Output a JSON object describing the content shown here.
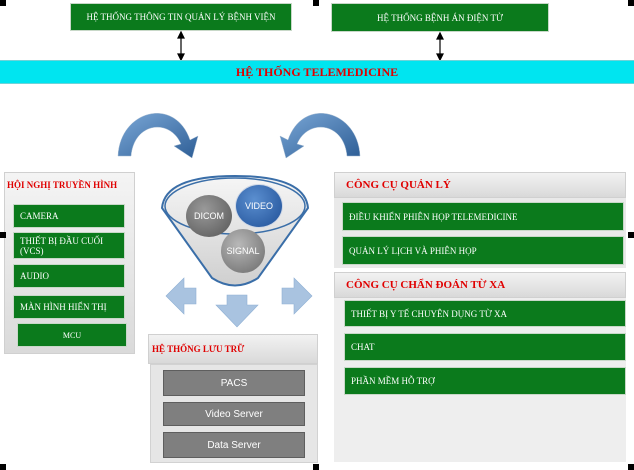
{
  "top": {
    "his": "HỆ THỐNG THÔNG TIN QUẢN LÝ BỆNH VIỆN",
    "emr": "HỆ THỐNG  BỆNH ÁN ĐIỆN TỬ"
  },
  "banner": "HỆ THỐNG TELEMEDICINE",
  "conference": {
    "title": "HỘI NGHỊ TRUYỀN HÌNH",
    "items": [
      "CAMERA",
      "THIẾT BỊ ĐẦU CUỐI (VCS)",
      "AUDIO",
      "MÀN HÌNH HIỂN THỊ",
      "MCU"
    ]
  },
  "funnel": {
    "dicom": "DICOM",
    "video": "VIDEO",
    "signal": "SIGNAL"
  },
  "storage": {
    "title": "HỆ THỐNG LƯU TRỮ",
    "items": [
      "PACS",
      "Video Server",
      "Data Server"
    ]
  },
  "management": {
    "title": "CÔNG CỤ QUẢN LÝ",
    "items": [
      "ĐIỀU KHIỂN PHIÊN HỌP TELEMEDICINE",
      "QUẢN LÝ LỊCH VÀ PHIÊN HỌP"
    ]
  },
  "diagnosis": {
    "title": "CÔNG CỤ CHẨN ĐOÁN TỪ XA",
    "items": [
      "THIẾT BỊ Y TẾ CHUYÊN DỤNG TỪ XA",
      "CHAT",
      "PHẦN MỀM HỖ TRỢ"
    ]
  },
  "colors": {
    "green": "#0b7a1c",
    "cyan": "#00e5f0",
    "red": "#e00000",
    "blue": "#3a6ea8",
    "gray": "#7f7f7f"
  }
}
